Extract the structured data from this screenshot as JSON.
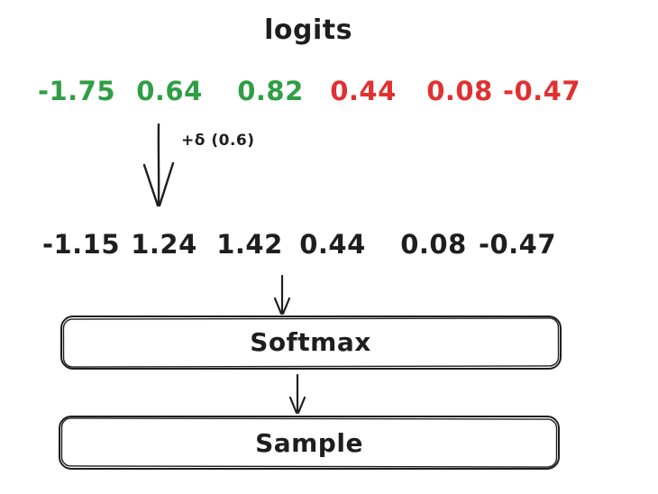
{
  "title": {
    "text": "logits"
  },
  "colors": {
    "ink": "#1e1e1e",
    "green": "#2f9e44",
    "red": "#e03131",
    "background": "#ffffff"
  },
  "logits_row": {
    "values": [
      {
        "text": "-1.75",
        "color": "green"
      },
      {
        "text": "0.64",
        "color": "green"
      },
      {
        "text": "0.82",
        "color": "green"
      },
      {
        "text": "0.44",
        "color": "red"
      },
      {
        "text": "0.08",
        "color": "red"
      },
      {
        "text": "-0.47",
        "color": "red"
      }
    ]
  },
  "delta_arrow": {
    "label": "+δ (0.6)"
  },
  "perturbed_row": {
    "values": [
      {
        "text": "-1.15"
      },
      {
        "text": "1.24"
      },
      {
        "text": "1.42"
      },
      {
        "text": "0.44"
      },
      {
        "text": "0.08"
      },
      {
        "text": "-0.47"
      }
    ]
  },
  "softmax_box": {
    "label": "Softmax"
  },
  "sample_box": {
    "label": "Sample"
  }
}
